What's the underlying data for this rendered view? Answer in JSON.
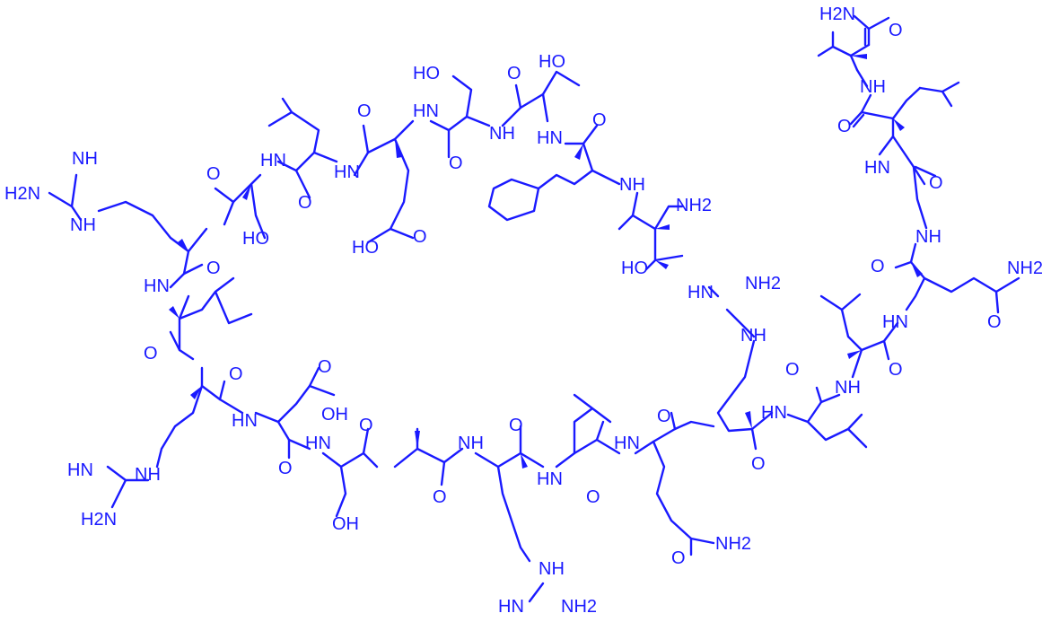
{
  "diagram": {
    "type": "chemical-structure",
    "ink_color": "#1a1aff",
    "background": "#ffffff",
    "atom_labels": {
      "val_amide_nh2": "H2N",
      "val_amide_o": "O",
      "val_nh": "NH",
      "leu1_o": "O",
      "gly_hn": "HN",
      "gly_o": "O",
      "gly_nh": "NH",
      "gln1_o": "O",
      "gln1_nh2": "NH2",
      "gln1_o2": "O",
      "gln1_hn": "HN",
      "leu2_o": "O",
      "leu2_nh": "NH",
      "leu3_o": "O",
      "leu3_hn": "HN",
      "arg1_o": "O",
      "arg1_nh": "NH",
      "arg1_hn_imine": "HN",
      "arg1_nh2": "NH2",
      "gln2_o": "O",
      "gln2_nh2": "NH2",
      "gln2_o2": "O",
      "gln2_hn": "HN",
      "leu4_o": "O",
      "leu4_hn": "HN",
      "arg2_o": "O",
      "arg2_nh": "NH",
      "arg2_hn_imine": "HN",
      "arg2_nh2": "NH2",
      "ala_o": "O",
      "ala_nh": "NH",
      "ser1_o": "O",
      "ser1_oh": "OH",
      "ser1_hn": "HN",
      "asp1_o": "O",
      "asp1_oh": "OH",
      "asp1_o2": "O",
      "asp1_hn": "HN",
      "arg3_o": "O",
      "arg3_nh": "NH",
      "arg3_hn_imine": "HN",
      "arg3_nh2": "H2N",
      "leu5_o": "O",
      "leu5_hn": "HN",
      "arg4_o": "O",
      "arg4_nh": "NH",
      "arg4_hn_imine": "NH",
      "arg4_nh2": "H2N",
      "ser2_o": "O",
      "ser2_oh": "HO",
      "ser2_hn": "HN",
      "leu6_o": "O",
      "leu6_hn": "HN",
      "glu_o": "O",
      "glu_oh": "HO",
      "glu_o2": "O",
      "glu_hn": "HN",
      "ser3_o": "O",
      "ser3_oh": "HO",
      "ser3_nh": "NH",
      "thr1_o": "O",
      "thr1_oh": "HO",
      "thr1_hn": "HN",
      "phe_o": "O",
      "phe_nh": "NH",
      "thr2_nh2": "NH2",
      "thr2_oh": "HO"
    }
  }
}
